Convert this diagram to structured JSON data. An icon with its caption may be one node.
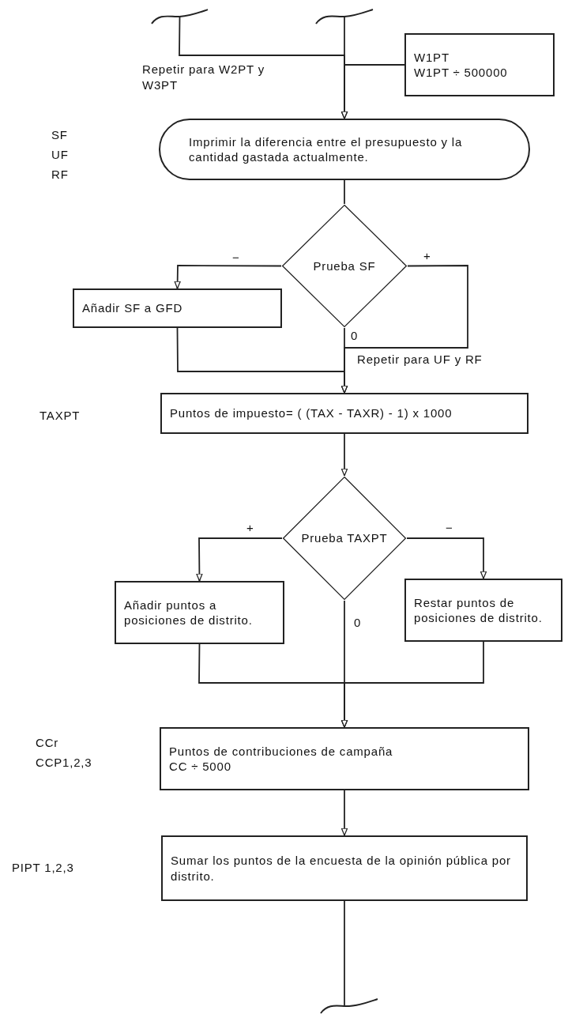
{
  "diagram": {
    "nodes": [
      {
        "text": [],
        "shape": "break"
      },
      {
        "text": [],
        "shape": "break"
      },
      {
        "text": [
          "W1PT",
          "W1PT ÷ 500000"
        ]
      },
      {
        "text": [
          "Imprimir la diferencia entre el presupuesto y la cantidad gastada actualmente."
        ]
      },
      {
        "text": [
          "Prueba SF"
        ]
      },
      {
        "text": [
          "Añadir SF a GFD"
        ]
      },
      {
        "text": [
          "Puntos de impuesto= ( (TAX - TAXR) - 1) x 1000"
        ]
      },
      {
        "text": [
          "Prueba TAXPT"
        ]
      },
      {
        "text": [
          "Añadir puntos a posiciones de distrito."
        ]
      },
      {
        "text": [
          "Restar puntos de posiciones de distrito."
        ]
      },
      {
        "text": [
          "Puntos de contribuciones de campaña",
          "CC ÷ 5000"
        ]
      },
      {
        "text": [
          "Sumar los puntos de la encuesta de la opinión pública por distrito."
        ]
      },
      {
        "text": [],
        "shape": "break"
      }
    ],
    "edges": [
      {
        "from": 0,
        "to": 3,
        "arrow": "to"
      },
      {
        "from": 1,
        "to": 3,
        "arrow": "to"
      },
      {
        "from": 2,
        "to": 3,
        "arrow": "to"
      },
      {
        "from": 3,
        "to": 4,
        "arrow": "none"
      },
      {
        "from": 4,
        "to": 5,
        "arrow": "to",
        "label": "−"
      },
      {
        "from": 4,
        "to": 6,
        "arrow": "to",
        "label": "+"
      },
      {
        "from": 4,
        "to": 6,
        "arrow": "to",
        "label": "0"
      },
      {
        "from": 5,
        "to": 6,
        "arrow": "to"
      },
      {
        "from": 6,
        "to": 7,
        "arrow": "to"
      },
      {
        "from": 7,
        "to": 8,
        "arrow": "to",
        "label": "+"
      },
      {
        "from": 7,
        "to": 9,
        "arrow": "to",
        "label": "−"
      },
      {
        "from": 7,
        "to": 10,
        "arrow": "to",
        "label": "0"
      },
      {
        "from": 8,
        "to": 10,
        "arrow": "to"
      },
      {
        "from": 9,
        "to": 10,
        "arrow": "to"
      },
      {
        "from": 10,
        "to": 11,
        "arrow": "to"
      },
      {
        "from": 11,
        "to": 12,
        "arrow": "none"
      }
    ],
    "labels": [
      "Repetir para W2PT y W3PT",
      "SF",
      "UF",
      "RF",
      "Repetir para UF y RF",
      "TAXPT",
      "CCr",
      "CCP1,2,3",
      "PIPT 1,2,3"
    ]
  }
}
